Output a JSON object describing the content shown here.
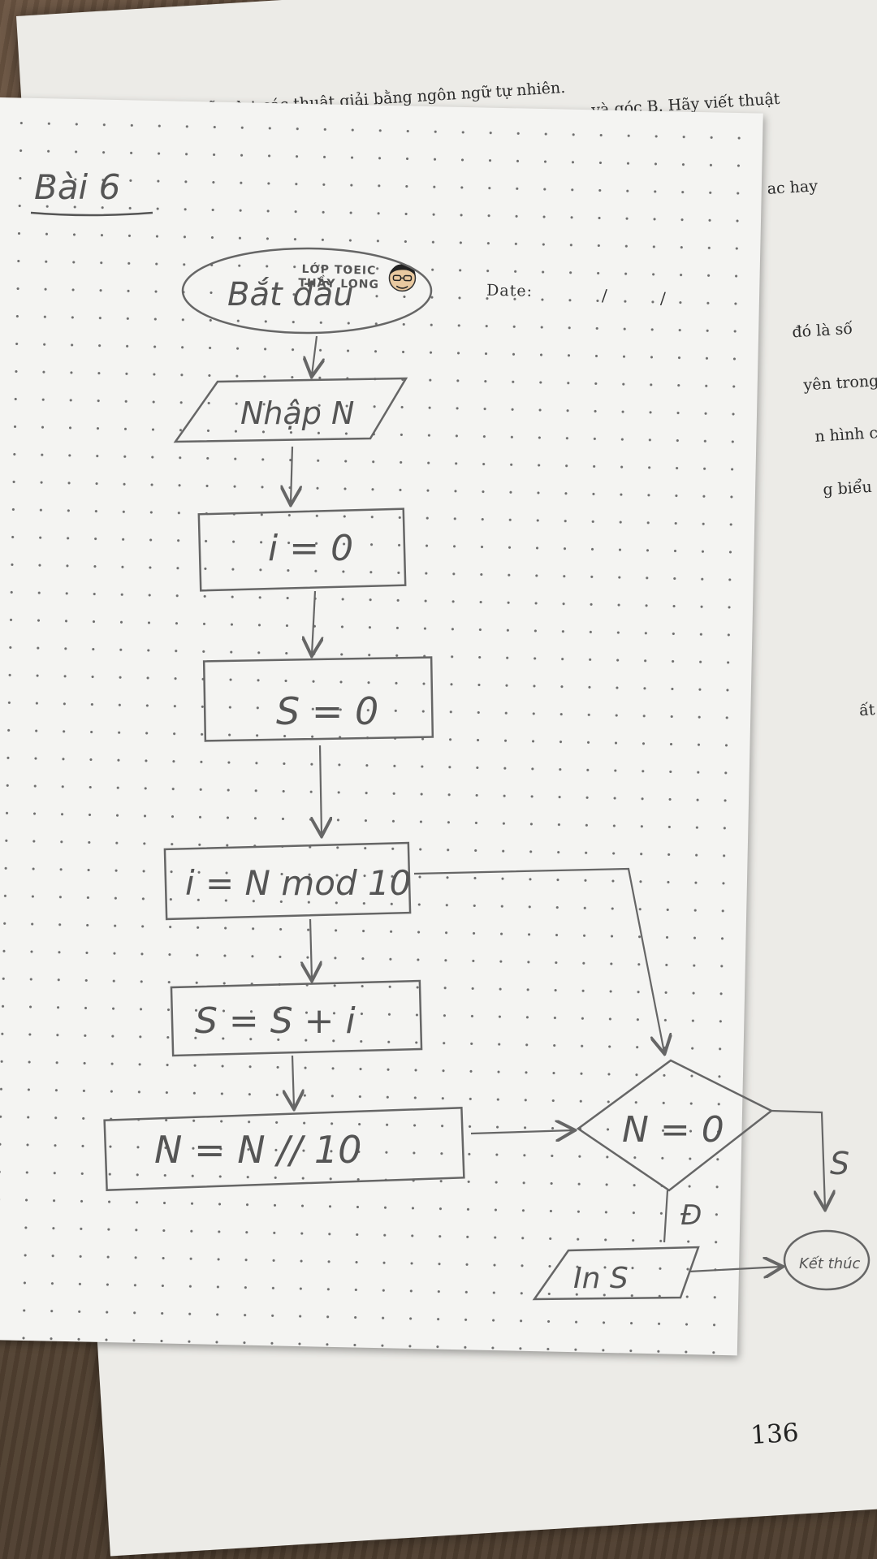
{
  "book": {
    "lines": [
      "diễn đạt các thuật giải bằng ngôn ngữ tự nhiên.",
      "và góc B. Hãy viết thuật",
      "ac hay",
      "đó là số",
      "yên trong",
      "n hình các",
      "g biểu thứ",
      "ất kỳ."
    ],
    "page_number": "136"
  },
  "notebook": {
    "brand_line1": "LỚP TOEIC",
    "brand_line2": "THẦY LONG",
    "date_label": "Date:",
    "date_slash": "/"
  },
  "flowchart": {
    "title": "Bài 6",
    "start": "Bắt đầu",
    "input": "Nhập N",
    "init_i": "i = 0",
    "init_s": "S = 0",
    "step_mod": "i = N mod 10",
    "step_sum": "S = S + i",
    "step_div": "N = N // 10",
    "decision": "N = 0",
    "branch_yes": "Đ",
    "branch_no": "S",
    "output": "In S",
    "end": "Kết thúc"
  }
}
